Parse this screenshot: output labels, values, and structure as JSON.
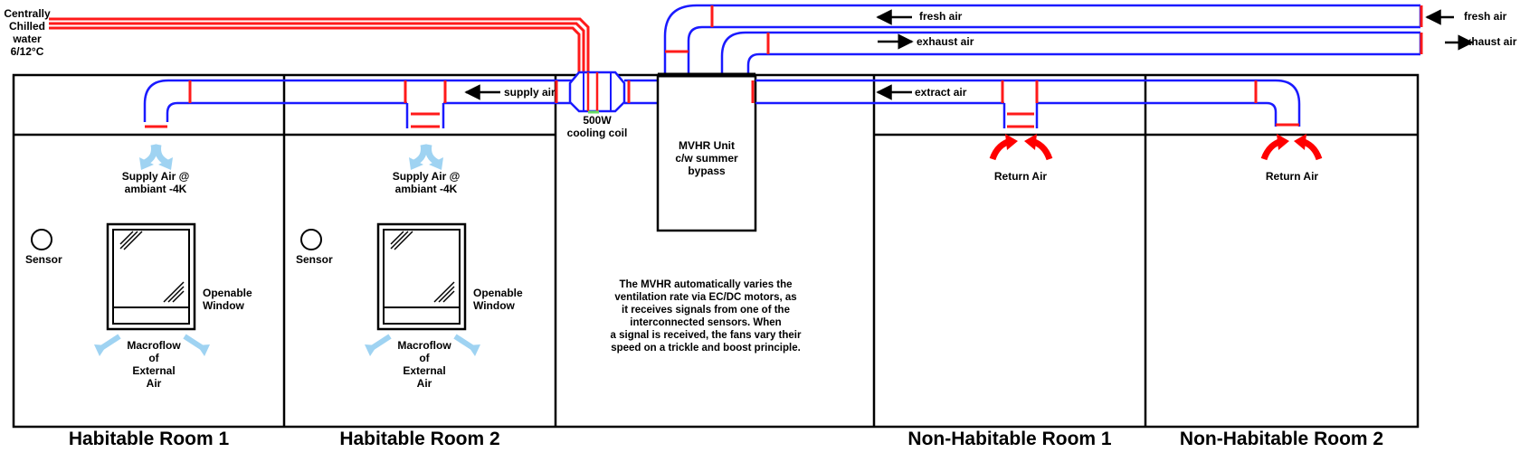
{
  "chilled_water_label": [
    "Centrally",
    "Chilled",
    "water",
    "6/12°C"
  ],
  "ducts": {
    "fresh_air_in": "fresh air",
    "fresh_air_out": "fresh air",
    "exhaust_air_in": "exhaust air",
    "exhaust_air_out": "exhaust air",
    "supply_air": "supply air",
    "extract_air": "extract air"
  },
  "cooling_coil": {
    "power": "500W",
    "label": "cooling coil"
  },
  "mvhr_unit": [
    "MVHR Unit",
    "c/w summer",
    "bypass"
  ],
  "supply_air_label": [
    "Supply Air @",
    "ambiant -4K"
  ],
  "return_air_label": "Return Air",
  "sensor_label": "Sensor",
  "window_label": [
    "Openable",
    "Window"
  ],
  "macroflow_label": [
    "Macroflow",
    "of",
    "External",
    "Air"
  ],
  "description": [
    "The MVHR automatically varies the",
    "ventilation rate via EC/DC motors, as",
    "it receives signals from one of the",
    "interconnected sensors. When",
    "a signal is received, the fans vary their",
    "speed  on a trickle and boost principle."
  ],
  "rooms": [
    "Habitable Room 1",
    "Habitable Room 2",
    "Non-Habitable Room 1",
    "Non-Habitable Room 2"
  ],
  "colors": {
    "duct": "#1a1aff",
    "chilled_pipe": "#ff1a1a",
    "supply_arrow": "#9fd3f2",
    "return_arrow": "#ff0000",
    "coil_accent": "#66dd66"
  }
}
